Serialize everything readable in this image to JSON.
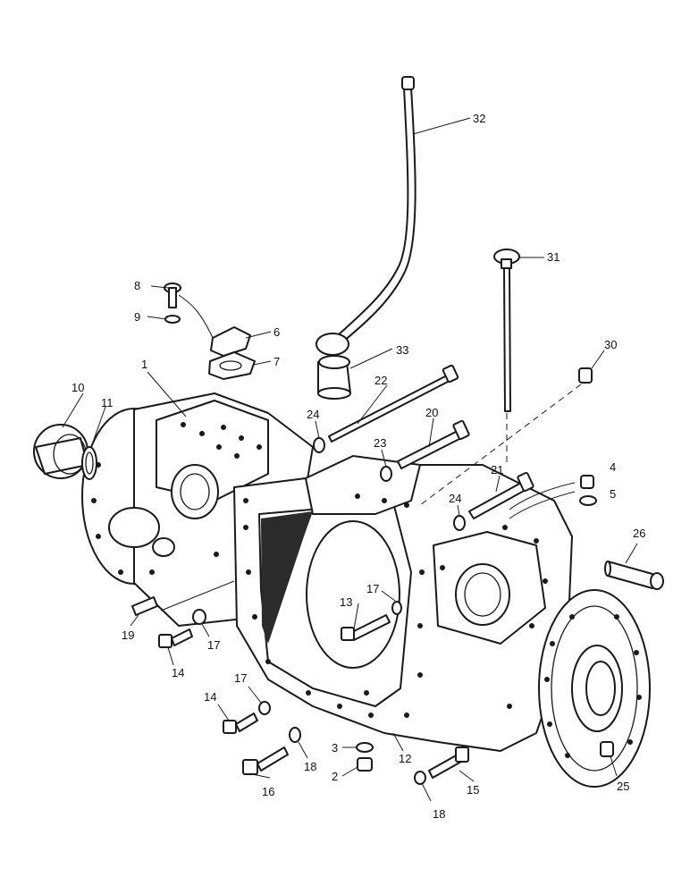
{
  "callouts": [
    {
      "id": "1",
      "text": "1"
    },
    {
      "id": "2",
      "text": "2"
    },
    {
      "id": "3",
      "text": "3"
    },
    {
      "id": "4",
      "text": "4"
    },
    {
      "id": "5",
      "text": "5"
    },
    {
      "id": "6",
      "text": "6"
    },
    {
      "id": "7",
      "text": "7"
    },
    {
      "id": "8",
      "text": "8"
    },
    {
      "id": "9",
      "text": "9"
    },
    {
      "id": "10",
      "text": "10"
    },
    {
      "id": "11",
      "text": "11"
    },
    {
      "id": "12",
      "text": "12"
    },
    {
      "id": "13",
      "text": "13"
    },
    {
      "id": "14a",
      "text": "14"
    },
    {
      "id": "14b",
      "text": "14"
    },
    {
      "id": "15",
      "text": "15"
    },
    {
      "id": "16",
      "text": "16"
    },
    {
      "id": "17a",
      "text": "17"
    },
    {
      "id": "17b",
      "text": "17"
    },
    {
      "id": "17c",
      "text": "17"
    },
    {
      "id": "18a",
      "text": "18"
    },
    {
      "id": "18b",
      "text": "18"
    },
    {
      "id": "19",
      "text": "19"
    },
    {
      "id": "20",
      "text": "20"
    },
    {
      "id": "21",
      "text": "21"
    },
    {
      "id": "22",
      "text": "22"
    },
    {
      "id": "23",
      "text": "23"
    },
    {
      "id": "24a",
      "text": "24"
    },
    {
      "id": "24b",
      "text": "24"
    },
    {
      "id": "25",
      "text": "25"
    },
    {
      "id": "26",
      "text": "26"
    },
    {
      "id": "30",
      "text": "30"
    },
    {
      "id": "31",
      "text": "31"
    },
    {
      "id": "32",
      "text": "32"
    },
    {
      "id": "33",
      "text": "33"
    }
  ]
}
